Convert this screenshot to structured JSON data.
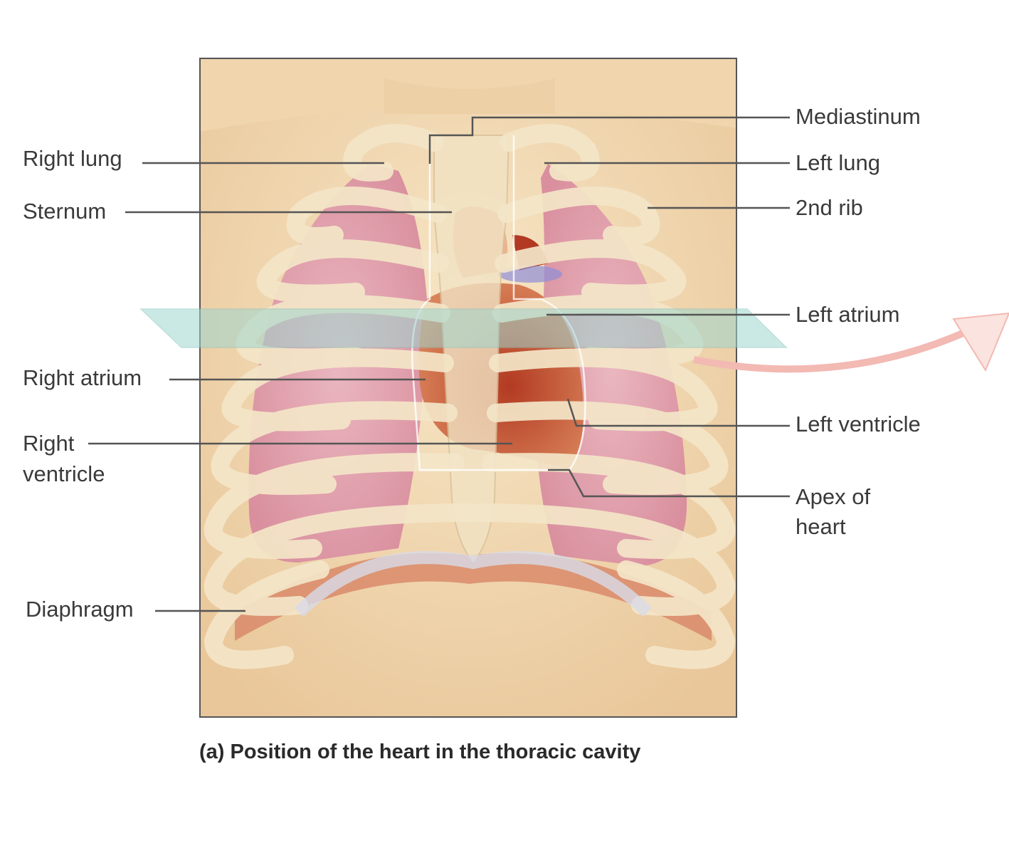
{
  "caption": "(a) Position of the heart in the thoracic cavity",
  "labels": {
    "mediastinum": "Mediastinum",
    "left_lung": "Left lung",
    "second_rib": "2nd rib",
    "left_atrium": "Left atrium",
    "left_ventricle": "Left ventricle",
    "apex_line1": "Apex of",
    "apex_line2": "heart",
    "right_lung": "Right lung",
    "sternum": "Sternum",
    "right_atrium": "Right atrium",
    "right_ventricle_line1": "Right",
    "right_ventricle_line2": "ventricle",
    "diaphragm": "Diaphragm"
  },
  "colors": {
    "skin": "#f2dcb8",
    "lung": "#e6a9b4",
    "rib": "#f4e6c8",
    "heart": "#c8532e",
    "plane": "#9fd6cf",
    "arrow": "#f3b9b3"
  }
}
